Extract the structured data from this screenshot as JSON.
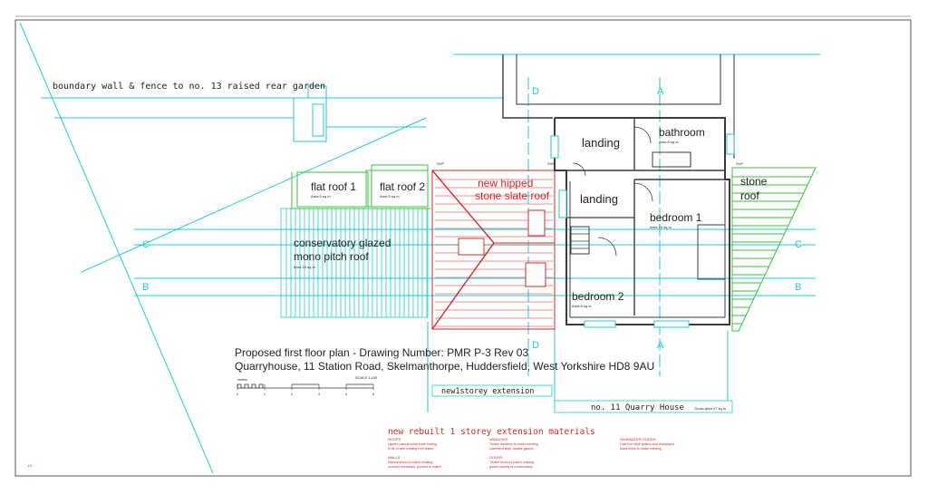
{
  "colors": {
    "line": "#22cbd6",
    "wall": "#3b3b3b",
    "accent": "#d62828",
    "plan_green": "#35c43a",
    "text": "#222222"
  },
  "labels": {
    "boundary": "boundary wall & fence to no. 13 raised rear garden",
    "landing_upper": "landing",
    "landing_lower": "landing",
    "bathroom": "bathroom",
    "bathroom_area": "Area 6 sq m",
    "bedroom1": "bedroom 1",
    "bedroom1_area": "Area 15 sq m",
    "bedroom2": "bedroom 2",
    "bedroom2_area": "Area 6 sq m",
    "flat_roof_1": "flat roof 1",
    "flat_roof_1_area": "Area 5 sq m",
    "flat_roof_2": "flat roof 2",
    "flat_roof_2_area": "Area 5 sq m",
    "conservatory_line1": "conservatory glazed",
    "conservatory_line2": "mono pitch roof",
    "conservatory_area": "Area 15 sq m",
    "stone_roof_line1": "stone",
    "stone_roof_line2": "roof",
    "new_roof_line1": "new hipped",
    "new_roof_line2": "stone slate roof",
    "svp_1": "SVP",
    "svp_2": "SVP",
    "svp_3": "SVP",
    "section_c_left": "C",
    "section_c_right": "C",
    "section_b_left": "B",
    "section_b_right": "B",
    "section_d_top": "D",
    "section_d_bottom": "D",
    "section_a_top": "A",
    "section_a_bottom": "A",
    "extension_tag": "new1storey extension",
    "house_tag": "no. 11 Quarry House",
    "house_area": "Gross area 47 sq m"
  },
  "title_block": {
    "line1": "Proposed first floor plan - Drawing Number: PMR P-3 Rev 03",
    "line2": "Quarryhouse, 11 Station Road, Skelmanthorpe, Huddersfield, West Yorkshire HD8 9AU",
    "scale_label": "SCALE 1:100",
    "scale_unit": "metres",
    "scale_ticks": [
      "0",
      "1",
      "2",
      "3",
      "4",
      "5"
    ]
  },
  "materials": {
    "heading": "new rebuilt 1 storey extension materials",
    "columns": [
      {
        "heading": "ROOFS",
        "lines": [
          "Hipped natural stone slate roofing",
          "to tie-in with existing roof slates"
        ],
        "heading2": "WALLS",
        "lines2": [
          "Natural stone to match existing",
          "coursed stonework, pointed to match"
        ]
      },
      {
        "heading": "WINDOWS",
        "lines": [
          "Timber windows to match existing",
          "casement style, double glazed"
        ],
        "heading2": "DOORS",
        "lines2": [
          "Timber doors to match existing",
          "glazed panels to conservatory"
        ]
      },
      {
        "heading": "RAINWATER GOODS",
        "lines": [
          "Cast iron style gutters and downpipes",
          "black finish to match existing"
        ],
        "heading2": "",
        "lines2": []
      }
    ]
  },
  "sheet_ref": "1/1"
}
